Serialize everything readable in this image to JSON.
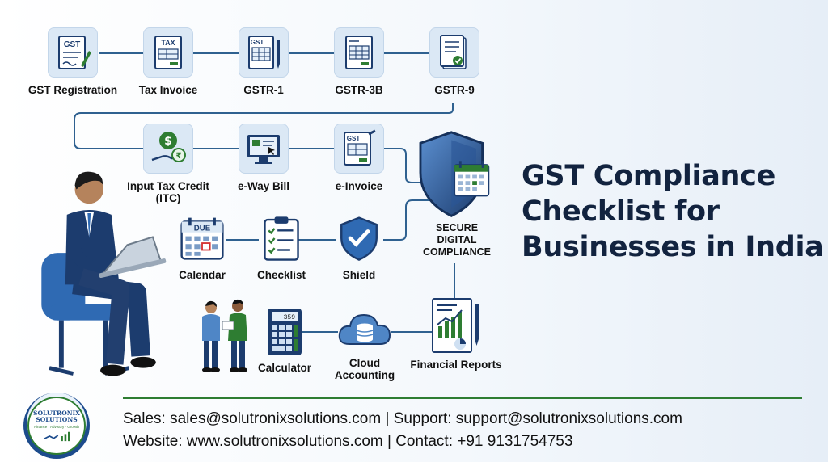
{
  "title": {
    "line1": "GST Compliance",
    "line2": "Checklist for",
    "line3": "Businesses in India"
  },
  "nodes": {
    "gst_registration": {
      "label": "GST Registration",
      "icon": "gst-registration-icon",
      "tile_text": "GST"
    },
    "tax_invoice": {
      "label": "Tax Invoice",
      "icon": "tax-invoice-icon",
      "tile_text": "TAX"
    },
    "gstr1": {
      "label": "GSTR-1",
      "icon": "gstr1-document-icon",
      "tile_text": "GST"
    },
    "gstr3b": {
      "label": "GSTR-3B",
      "icon": "gstr3b-document-icon"
    },
    "gstr9": {
      "label": "GSTR-9",
      "icon": "gstr9-document-icon"
    },
    "itc": {
      "label_line1": "Input Tax Credit",
      "label_line2": "(ITC)",
      "icon": "dollar-rupee-coins-icon"
    },
    "eway_bill": {
      "label": "e-Way Bill",
      "icon": "monitor-icon"
    },
    "e_invoice": {
      "label": "e-Invoice",
      "icon": "e-invoice-icon",
      "tile_text": "GST"
    },
    "calendar": {
      "label": "Calendar",
      "icon": "calendar-icon",
      "tile_text": "DUE"
    },
    "checklist": {
      "label": "Checklist",
      "icon": "checklist-icon"
    },
    "shield": {
      "label": "Shield",
      "icon": "shield-check-icon"
    },
    "secure": {
      "line1": "SECURE",
      "line2": "DIGITAL",
      "line3": "COMPLIANCE",
      "icon": "shield-calendar-icon"
    },
    "calculator": {
      "label": "Calculator",
      "icon": "calculator-icon",
      "display": "359"
    },
    "cloud": {
      "label_line1": "Cloud",
      "label_line2": "Accounting",
      "icon": "cloud-database-icon"
    },
    "reports": {
      "label": "Financial Reports",
      "icon": "financial-reports-icon"
    }
  },
  "contact": {
    "line1": "Sales: sales@solutronixsolutions.com | Support: support@solutronixsolutions.com",
    "line2": "Website: www.solutronixsolutions.com | Contact: +91 9131754753"
  },
  "logo": {
    "name_line1": "SOLUTRONIX",
    "name_line2": "SOLUTIONS",
    "tagline": "Finance · Advisory · Growth"
  },
  "colors": {
    "connector": "#2f6190",
    "tile_bg": "#dbe8f5",
    "title": "#12233f",
    "accent_green": "#2e7d32",
    "navy": "#1c3c6e"
  }
}
